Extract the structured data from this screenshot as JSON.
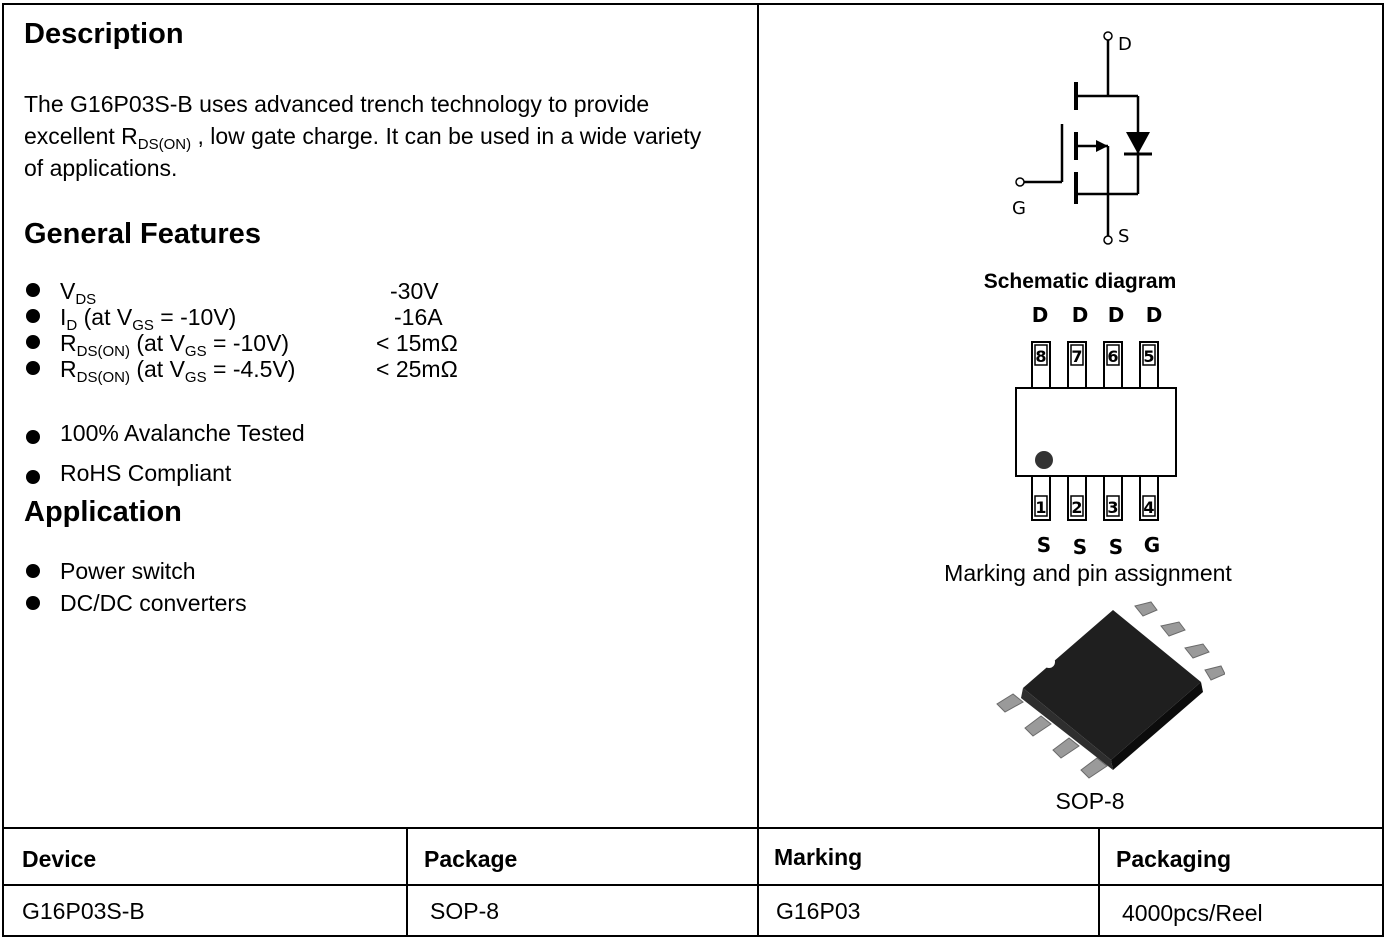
{
  "description": {
    "heading": "Description",
    "text_before": "The G16P03S-B uses advanced trench technology to provide excellent R",
    "text_sub": "DS(ON)",
    "text_after": " , low gate charge. It can be used in a wide variety of applications."
  },
  "features": {
    "heading": "General Features",
    "items": [
      {
        "main": "V",
        "sub": "DS",
        "tail": "",
        "sub2": "",
        "tail2": "",
        "value": "-30V"
      },
      {
        "main": "I",
        "sub": "D",
        "tail": " (at V",
        "sub2": "GS",
        "tail2": " = -10V)",
        "value": "-16A"
      },
      {
        "main": "R",
        "sub": "DS(ON)",
        "tail": " (at V",
        "sub2": "GS",
        "tail2": " = -10V)",
        "value": "< 15mΩ"
      },
      {
        "main": "R",
        "sub": "DS(ON)",
        "tail": " (at V",
        "sub2": "GS",
        "tail2": " = -4.5V)",
        "value": "< 25mΩ"
      }
    ],
    "extra": [
      "100% Avalanche Tested",
      "RoHS Compliant"
    ]
  },
  "application": {
    "heading": "Application",
    "items": [
      "Power switch",
      "DC/DC converters"
    ]
  },
  "schematic": {
    "label": "Schematic diagram",
    "pin_d": "D",
    "pin_g": "G",
    "pin_s": "S"
  },
  "pinout": {
    "label": "Marking and pin assignment",
    "top_letters": [
      "D",
      "D",
      "D",
      "D"
    ],
    "top_numbers": [
      "8",
      "7",
      "6",
      "5"
    ],
    "bottom_numbers": [
      "1",
      "2",
      "3",
      "4"
    ],
    "bottom_letters": [
      "S",
      "S",
      "S",
      "G"
    ]
  },
  "package": {
    "label": "SOP-8"
  },
  "table": {
    "headers": [
      "Device",
      "Package",
      "Marking",
      "Packaging"
    ],
    "row": [
      "G16P03S-B",
      "SOP-8",
      "G16P03",
      "4000pcs/Reel"
    ]
  }
}
